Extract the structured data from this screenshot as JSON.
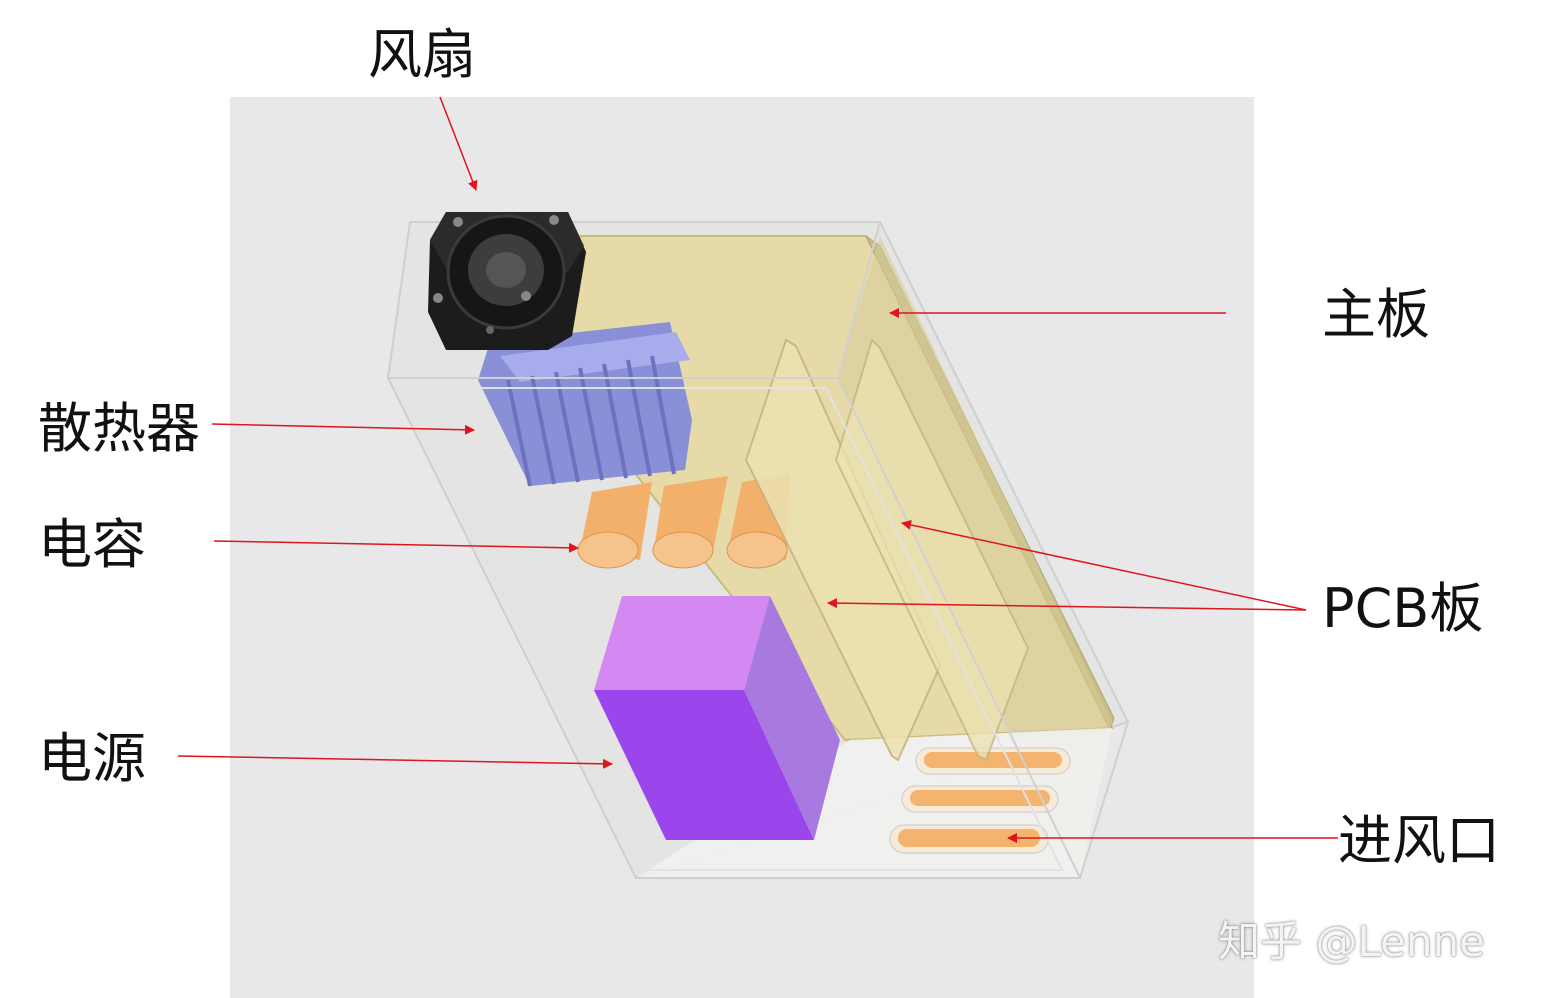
{
  "labels": {
    "fan": "风扇",
    "heatsink": "散热器",
    "capacitor": "电容",
    "power_supply": "电源",
    "motherboard": "主板",
    "pcb_board": "PCB板",
    "air_inlet": "进风口"
  },
  "watermark": "知乎 @Lenne",
  "colors": {
    "arrow": "#e0141c",
    "motherboard": "#e6dba8",
    "heatsink": "#8a90d8",
    "capacitor": "#f2b06a",
    "power_supply": "#9b45ec",
    "fan": "#1c1c1c",
    "background": "#e8e8ea"
  }
}
